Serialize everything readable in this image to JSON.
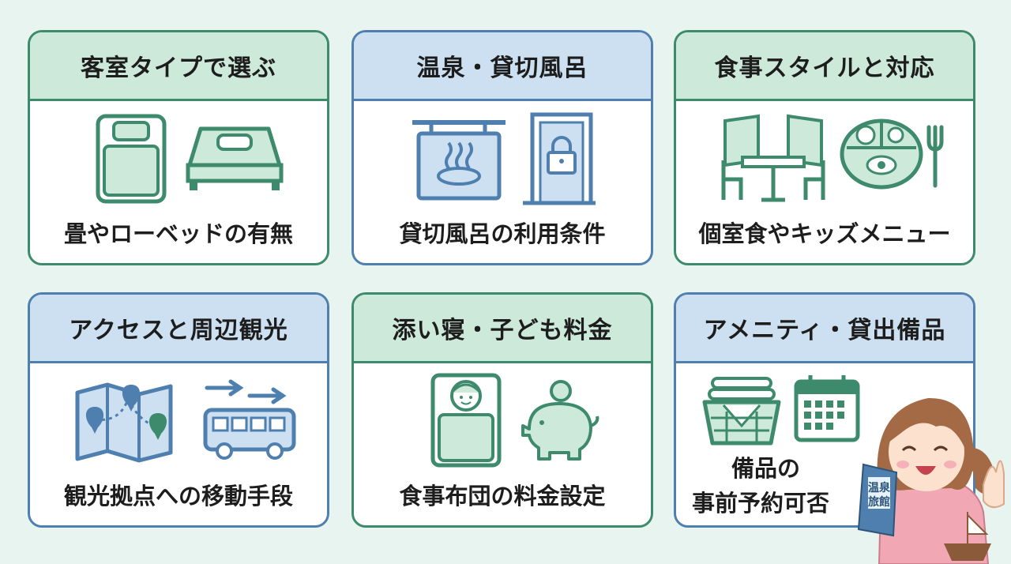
{
  "cards": [
    {
      "title": "客室タイプで選ぶ",
      "caption": "畳やローベッドの有無"
    },
    {
      "title": "温泉・貸切風呂",
      "caption": "貸切風呂の利用条件"
    },
    {
      "title": "食事スタイルと対応",
      "caption": "個室食やキッズメニュー"
    },
    {
      "title": "アクセスと周辺観光",
      "caption": "観光拠点への移動手段"
    },
    {
      "title": "添い寝・子ども料金",
      "caption": "食事布団の料金設定"
    },
    {
      "title": "アメニティ・貸出備品",
      "caption_line1": "備品の",
      "caption_line2": "事前予約可否"
    }
  ],
  "guidebook": {
    "label_line1": "温泉",
    "label_line2": "旅館"
  },
  "colors": {
    "green": "#3e8a6c",
    "blue": "#4f7fae",
    "green_fill": "#cde9da",
    "blue_fill": "#cce0f1"
  }
}
